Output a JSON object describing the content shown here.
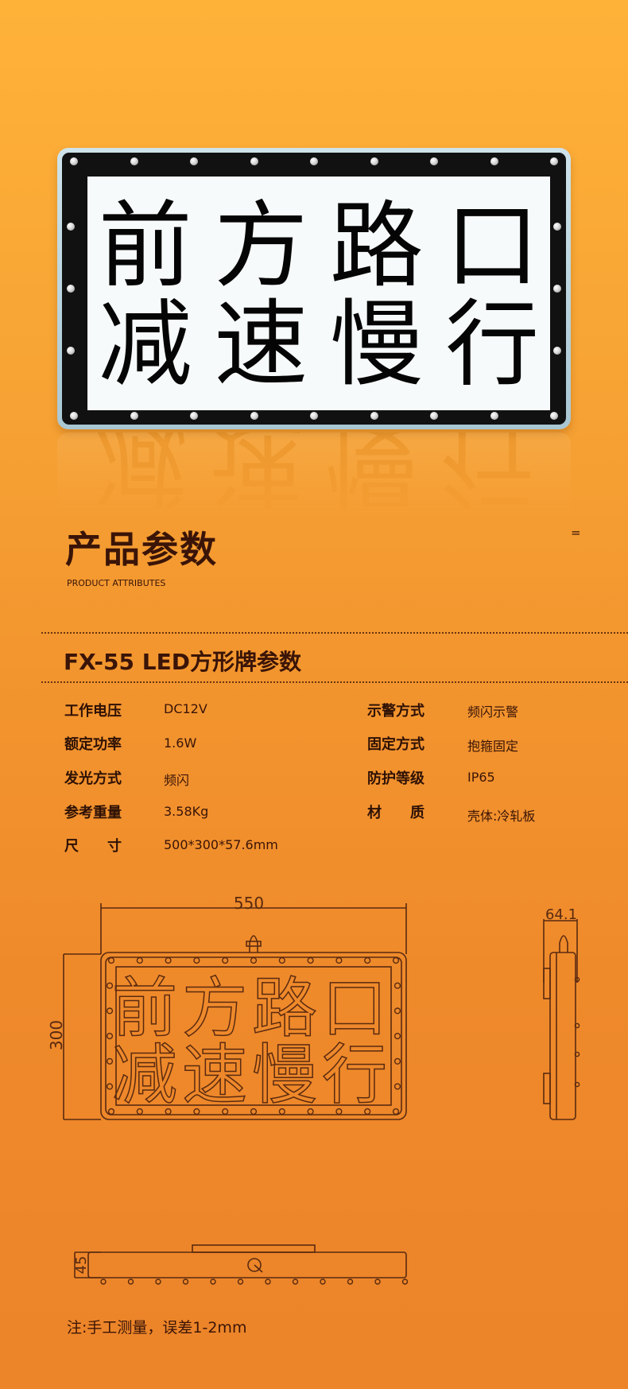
{
  "hero": {
    "sign_line1": [
      "前",
      "方",
      "路",
      "口"
    ],
    "sign_line2": [
      "减",
      "速",
      "慢",
      "行"
    ]
  },
  "section": {
    "title": "产品参数",
    "subtitle": "PRODUCT ATTRIBUTES",
    "mark": "="
  },
  "model_title": "FX-55 LED方形牌参数",
  "specs_left": [
    {
      "label": "工作电压",
      "value": "DC12V"
    },
    {
      "label": "额定功率",
      "value": "1.6W"
    },
    {
      "label": "发光方式",
      "value": "频闪"
    },
    {
      "label": "参考重量",
      "value": "3.58Kg"
    },
    {
      "label": "尺　　寸",
      "value": "500*300*57.6mm"
    }
  ],
  "specs_right": [
    {
      "label": "示警方式",
      "value": "频闪示警"
    },
    {
      "label": "固定方式",
      "value": "抱箍固定"
    },
    {
      "label": "防护等级",
      "value": "IP65"
    },
    {
      "label": "材　　质",
      "value": "壳体:冷轧板"
    }
  ],
  "drawing": {
    "front": {
      "width_label": "550",
      "height_label": "300",
      "line1": [
        "前",
        "方",
        "路",
        "口"
      ],
      "line2": [
        "减",
        "速",
        "慢",
        "行"
      ]
    },
    "side": {
      "depth_label": "64.1"
    },
    "bottom": {
      "thickness_label": "45"
    }
  },
  "note": "注:手工测量，误差1-2mm"
}
